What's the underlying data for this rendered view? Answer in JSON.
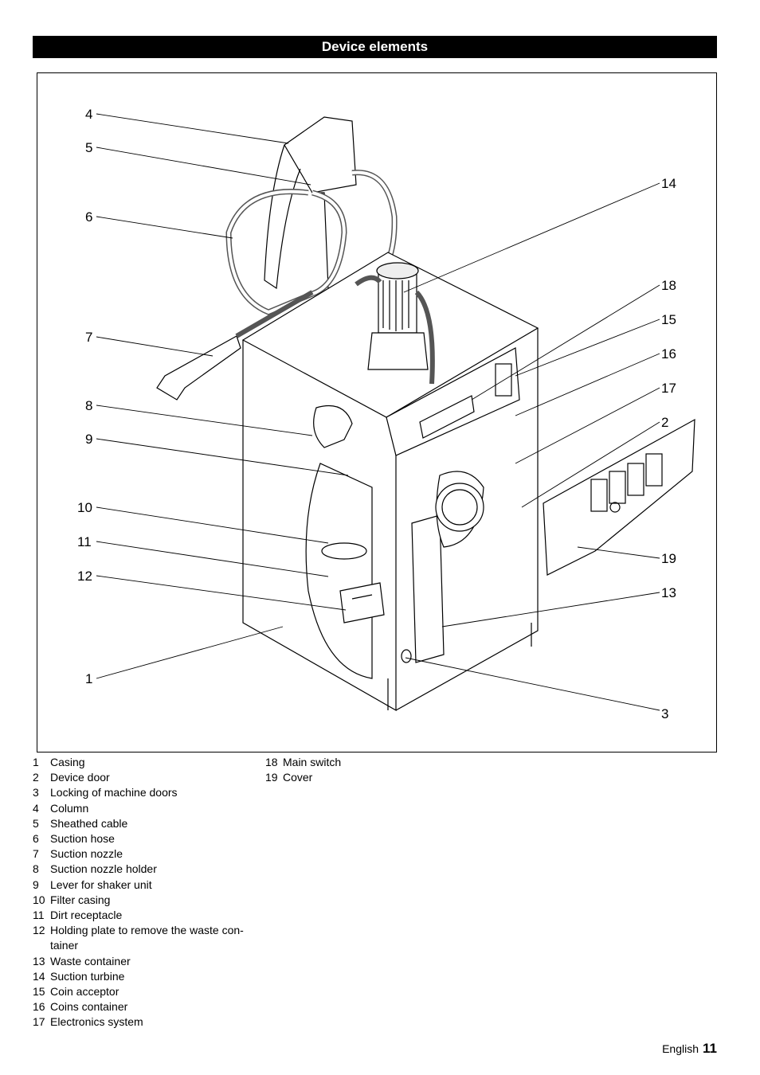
{
  "header": {
    "title": "Device elements"
  },
  "figure": {
    "callouts": [
      "1",
      "2",
      "3",
      "4",
      "5",
      "6",
      "7",
      "8",
      "9",
      "10",
      "11",
      "12",
      "13",
      "14",
      "15",
      "16",
      "17",
      "18",
      "19"
    ]
  },
  "legend": {
    "left": [
      {
        "num": "1",
        "text": "Casing"
      },
      {
        "num": "2",
        "text": "Device door"
      },
      {
        "num": "3",
        "text": "Locking of machine doors"
      },
      {
        "num": "4",
        "text": "Column"
      },
      {
        "num": "5",
        "text": "Sheathed cable"
      },
      {
        "num": "6",
        "text": "Suction hose"
      },
      {
        "num": "7",
        "text": "Suction nozzle"
      },
      {
        "num": "8",
        "text": "Suction nozzle holder"
      },
      {
        "num": "9",
        "text": "Lever for shaker unit"
      },
      {
        "num": "10",
        "text": "Filter casing"
      },
      {
        "num": "11",
        "text": "Dirt receptacle"
      },
      {
        "num": "12",
        "text": "Holding plate to remove the waste con-tainer"
      },
      {
        "num": "13",
        "text": "Waste container"
      },
      {
        "num": "14",
        "text": "Suction turbine"
      },
      {
        "num": "15",
        "text": "Coin acceptor"
      },
      {
        "num": "16",
        "text": "Coins container"
      },
      {
        "num": "17",
        "text": "Electronics system"
      }
    ],
    "right": [
      {
        "num": "18",
        "text": "Main switch"
      },
      {
        "num": "19",
        "text": "Cover"
      }
    ]
  },
  "footer": {
    "language": "English",
    "page_number": "11"
  }
}
